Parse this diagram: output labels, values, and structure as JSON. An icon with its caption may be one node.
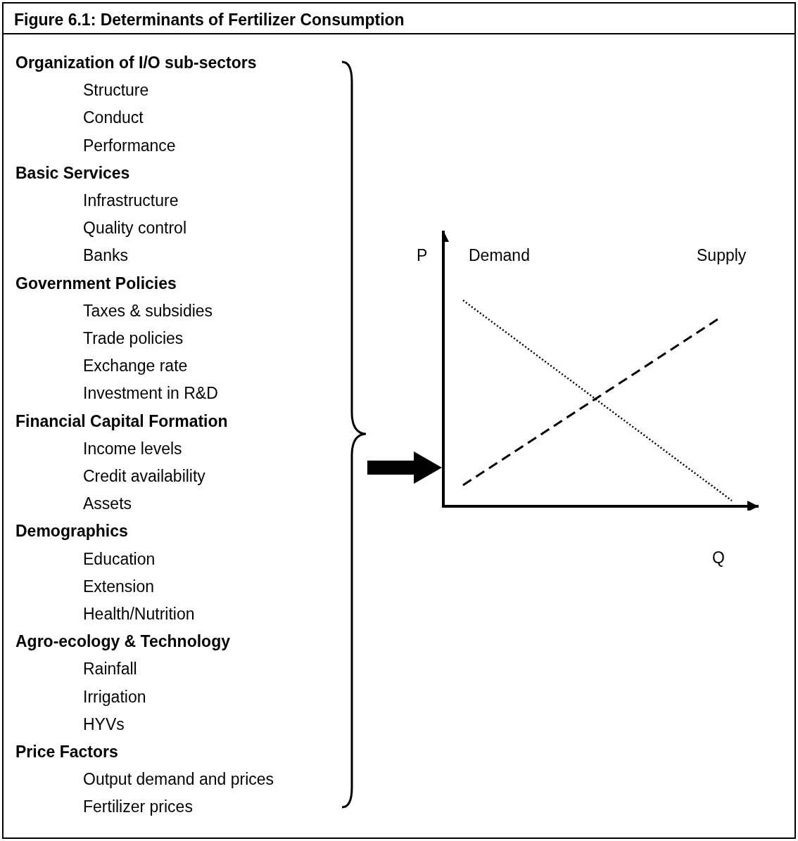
{
  "diagram": {
    "title": "Figure 6.1: Determinants of Fertilizer Consumption",
    "nodes": [
      {
        "text": [
          "Organization of I/O sub-sectors",
          "Structure",
          "Conduct",
          "Performance"
        ]
      },
      {
        "text": [
          "Basic Services",
          "Infrastructure",
          "Quality control",
          "Banks"
        ]
      },
      {
        "text": [
          "Government Policies",
          "Taxes & subsidies",
          "Trade policies",
          "Exchange rate",
          "Investment in R&D"
        ]
      },
      {
        "text": [
          "Financial Capital Formation",
          "Income levels",
          "Credit availability",
          "Assets"
        ]
      },
      {
        "text": [
          "Demographics",
          "Education",
          "Extension",
          "Health/Nutrition"
        ]
      },
      {
        "text": [
          "Agro-ecology & Technology",
          "Rainfall",
          "Irrigation",
          "HYVs"
        ]
      },
      {
        "text": [
          "Price Factors",
          "Output demand and prices",
          "Fertilizer prices"
        ]
      },
      {
        "text": [],
        "shape": "bracket"
      },
      {
        "text": [],
        "shape": "picture"
      }
    ],
    "edges": [
      {
        "from": 7,
        "to": 8,
        "arrow": "to"
      }
    ],
    "labels": [
      "P",
      "Demand",
      "Supply",
      "Q"
    ]
  }
}
